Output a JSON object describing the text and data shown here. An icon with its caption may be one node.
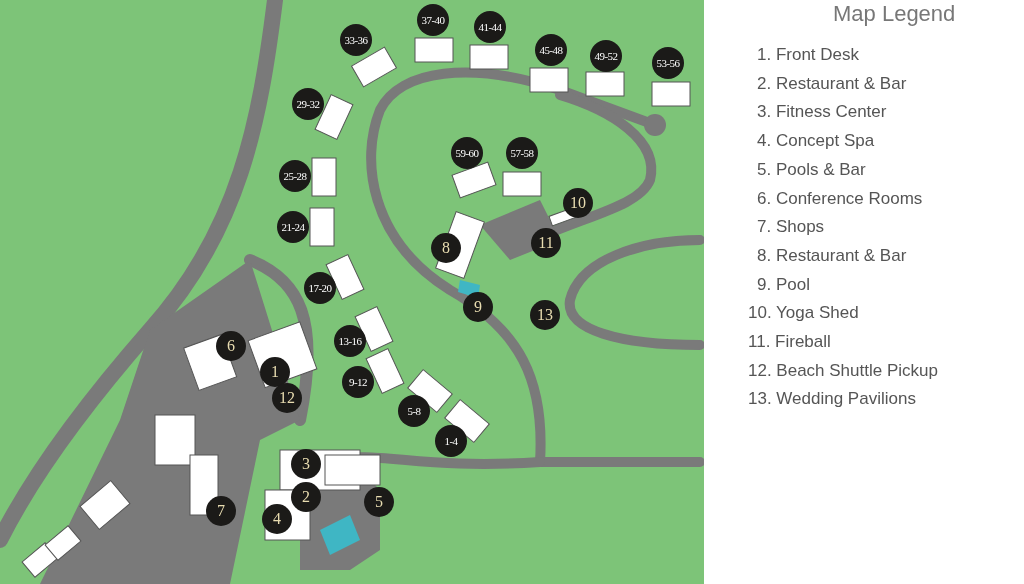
{
  "diagram": {
    "labels": [
      "37-40",
      "41-44",
      "33-36",
      "45-48",
      "49-52",
      "53-56",
      "29-32",
      "59-60",
      "57-58",
      "25-28",
      "10",
      "21-24",
      "8",
      "11",
      "17-20",
      "9",
      "13",
      "6",
      "13-16",
      "1",
      "9-12",
      "12",
      "5-8",
      "1-4",
      "3",
      "2",
      "5",
      "4",
      "7",
      "Map Legend",
      "1. Front Desk",
      "2. Restaurant & Bar",
      "3. Fitness Center",
      "4. Concept Spa",
      "5. Pools & Bar",
      "6. Conference Rooms",
      "7. Shops",
      "8. Restaurant & Bar",
      "9. Pool",
      "10. Yoga Shed",
      "11. Fireball",
      "12. Beach Shuttle Pickup",
      "13. Wedding Pavilions"
    ]
  }
}
